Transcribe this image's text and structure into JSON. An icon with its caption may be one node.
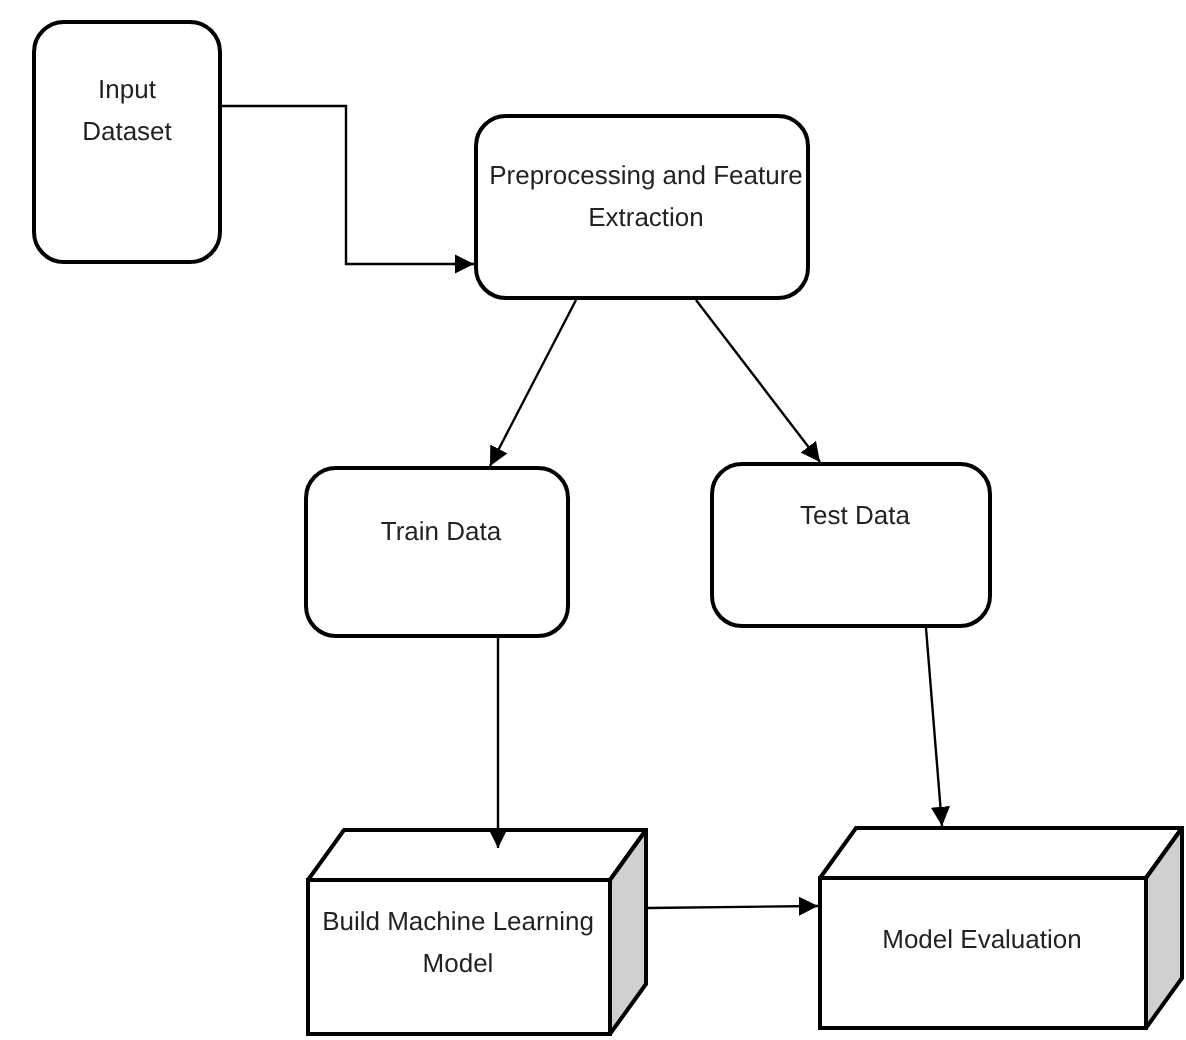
{
  "diagram": {
    "nodes": [
      {
        "text": [
          "Input Dataset"
        ]
      },
      {
        "text": [
          "Preprocessing and Feature Extraction"
        ]
      },
      {
        "text": [
          "Train Data"
        ]
      },
      {
        "text": [
          "Test Data"
        ]
      },
      {
        "text": [
          "Build Machine Learning Model"
        ]
      },
      {
        "text": [
          "Model Evaluation"
        ]
      }
    ],
    "edges": [
      {
        "from": 0,
        "to": 1,
        "arrow": "to"
      },
      {
        "from": 1,
        "to": 2,
        "arrow": "to"
      },
      {
        "from": 1,
        "to": 3,
        "arrow": "to"
      },
      {
        "from": 2,
        "to": 4,
        "arrow": "to"
      },
      {
        "from": 3,
        "to": 5,
        "arrow": "to"
      },
      {
        "from": 4,
        "to": 5,
        "arrow": "to"
      }
    ]
  }
}
